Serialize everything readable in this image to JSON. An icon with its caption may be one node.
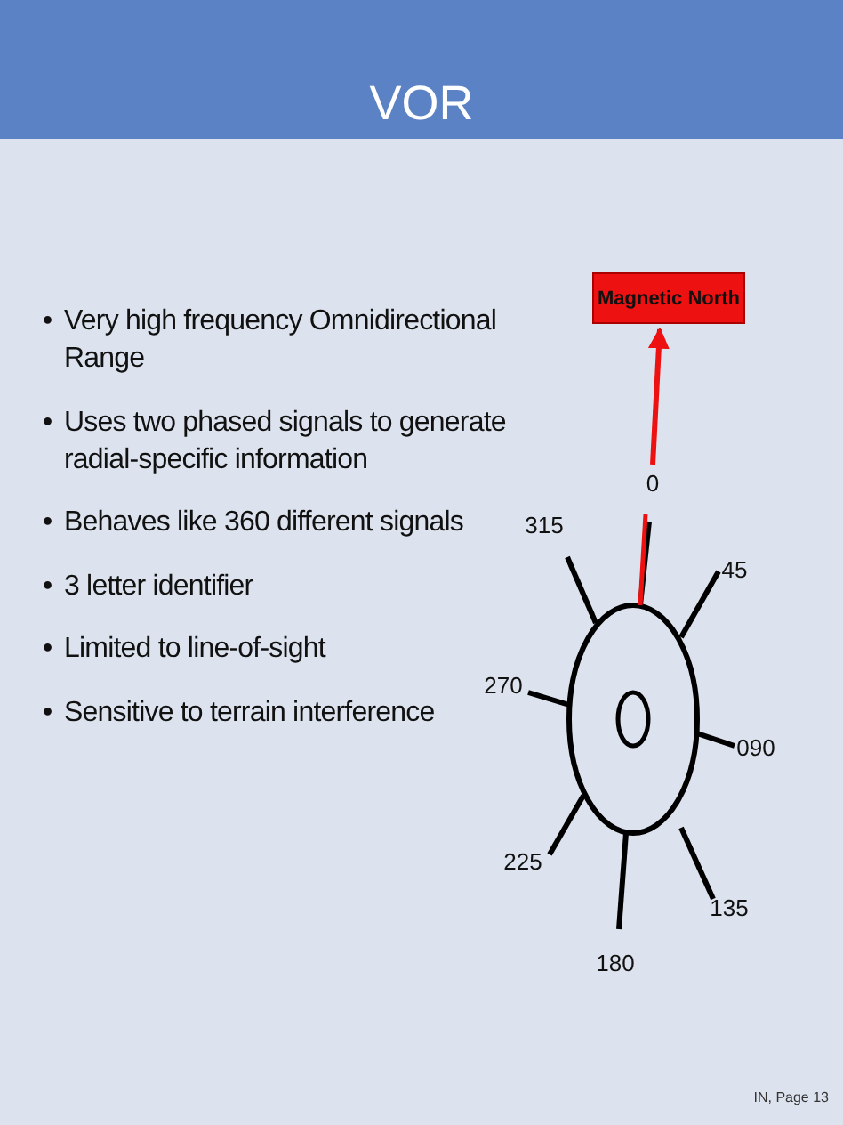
{
  "diagram": {
    "title": "VOR",
    "nodes": [
      {
        "text": [
          "Magnetic North"
        ]
      },
      {
        "text": [
          "0"
        ]
      }
    ],
    "edges": [
      {
        "from": 1,
        "to": 0,
        "arrow": "to",
        "color": "#ee1111"
      }
    ],
    "labels": [
      "•",
      "Very high frequency Omnidirectional Range",
      "•",
      "Uses two phased signals to generate radial-specific information",
      "•",
      "Behaves like 360 different signals",
      "•",
      "3 letter identifier",
      "•",
      "Limited to line-of-sight",
      "•",
      "Sensitive to terrain interference",
      "315",
      "45",
      "270",
      "090",
      "225",
      "135",
      "180",
      "IN, Page 13"
    ]
  }
}
